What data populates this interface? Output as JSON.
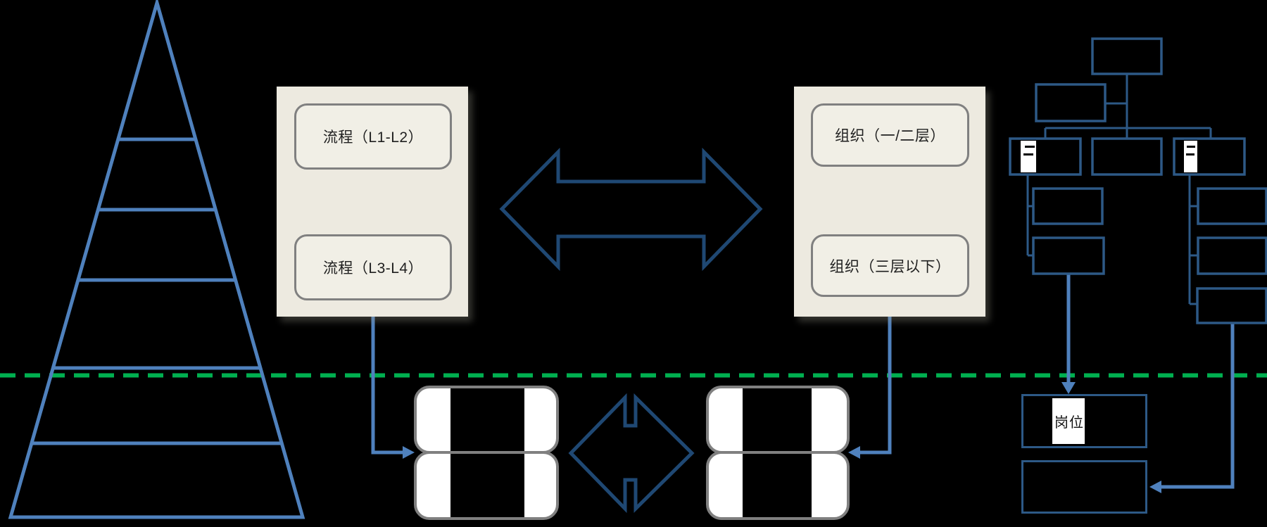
{
  "process_panel": {
    "box1_label": "流程（L1-L2）",
    "box2_label": "流程（L3-L4）"
  },
  "org_panel": {
    "box1_label": "组织（一/二层）",
    "box2_label": "组织（三层以下）"
  },
  "post_box": {
    "label": "岗位"
  },
  "colors": {
    "background": "#000000",
    "pyramid_blue": "#4F81BD",
    "arrow_navy": "#1F4873",
    "org_box_blue": "#2D5986",
    "divider_green": "#00B050",
    "panel_beige": "#EDEAE0",
    "rounded_box_border_gray": "#808080",
    "stripe_white": "#FFFFFF"
  }
}
